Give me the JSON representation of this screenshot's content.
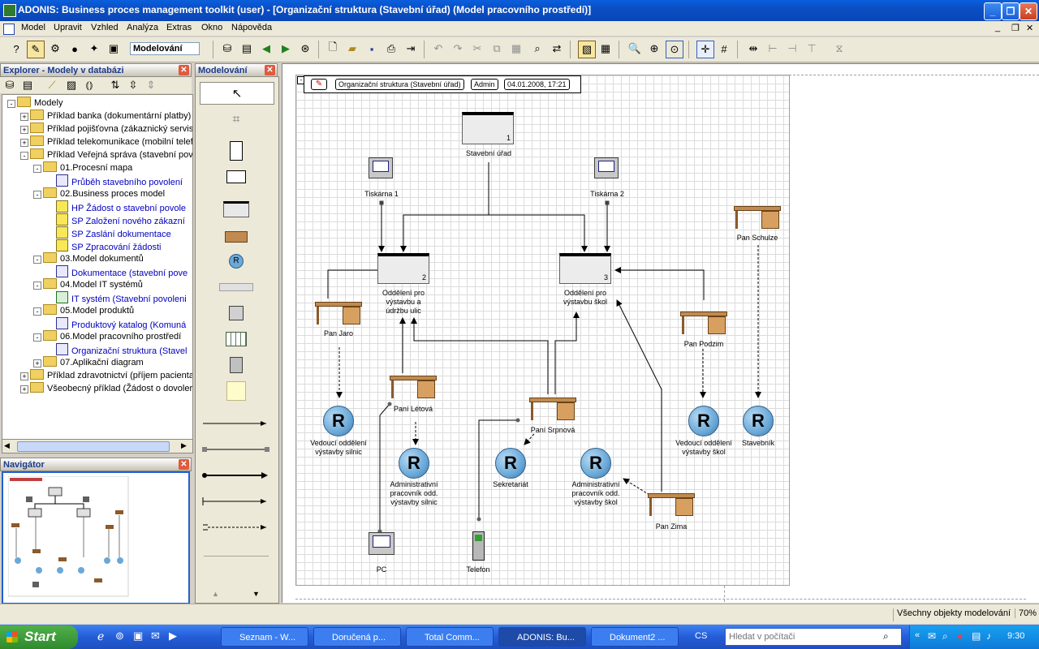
{
  "window": {
    "title": "ADONIS: Business proces management toolkit (user) - [Organizační struktura (Stavební úřad) (Model pracovního prostředí)]"
  },
  "menu": [
    "Model",
    "Upravit",
    "Vzhled",
    "Analýza",
    "Extras",
    "Okno",
    "Nápověda"
  ],
  "toolbar": {
    "mode": "Modelování"
  },
  "explorer": {
    "title": "Explorer - Modely v databázi",
    "items": [
      {
        "label": "Modely",
        "level": 0,
        "type": "folder",
        "exp": "-"
      },
      {
        "label": "Příklad banka (dokumentární platby)",
        "level": 1,
        "type": "folder",
        "exp": "+"
      },
      {
        "label": "Příklad pojišťovna (zákaznický servis",
        "level": 1,
        "type": "folder",
        "exp": "+"
      },
      {
        "label": "Příklad telekomunikace (mobilní telef",
        "level": 1,
        "type": "folder",
        "exp": "+"
      },
      {
        "label": "Příklad Veřejná správa (stavební pov",
        "level": 1,
        "type": "folder",
        "exp": "-"
      },
      {
        "label": "01.Procesní mapa",
        "level": 2,
        "type": "folder",
        "exp": "-"
      },
      {
        "label": "Průběh stavebního povolení",
        "level": 3,
        "type": "model",
        "exp": ""
      },
      {
        "label": "02.Business proces model",
        "level": 2,
        "type": "folder",
        "exp": "-"
      },
      {
        "label": "HP Žádost o stavební povole",
        "level": 3,
        "type": "warn",
        "exp": ""
      },
      {
        "label": "SP Založení nového zákazní",
        "level": 3,
        "type": "warn",
        "exp": ""
      },
      {
        "label": "SP Zaslání dokumentace",
        "level": 3,
        "type": "warn",
        "exp": ""
      },
      {
        "label": "SP Zpracování žádosti",
        "level": 3,
        "type": "warn",
        "exp": ""
      },
      {
        "label": "03.Model dokumentů",
        "level": 2,
        "type": "folder",
        "exp": "-"
      },
      {
        "label": "Dokumentace (stavební pove",
        "level": 3,
        "type": "model",
        "exp": ""
      },
      {
        "label": "04.Model IT systémů",
        "level": 2,
        "type": "folder",
        "exp": "-"
      },
      {
        "label": "IT systém (Stavební povoleni",
        "level": 3,
        "type": "green",
        "exp": ""
      },
      {
        "label": "05.Model produktů",
        "level": 2,
        "type": "folder",
        "exp": "-"
      },
      {
        "label": "Produktový katalog (Komuná",
        "level": 3,
        "type": "model",
        "exp": ""
      },
      {
        "label": "06.Model pracovního prostředí",
        "level": 2,
        "type": "folder",
        "exp": "-"
      },
      {
        "label": "Organizační struktura (Stavel",
        "level": 3,
        "type": "model",
        "exp": ""
      },
      {
        "label": "07.Aplikační diagram",
        "level": 2,
        "type": "folder",
        "exp": "+"
      },
      {
        "label": "Příklad zdravotnictví (příjem pacienta",
        "level": 1,
        "type": "folder",
        "exp": "+"
      },
      {
        "label": "Všeobecný příklad (Žádost o dovoler",
        "level": 1,
        "type": "folder",
        "exp": "+"
      }
    ]
  },
  "navigator": {
    "title": "Navigátor"
  },
  "palette": {
    "title": "Modelování"
  },
  "model_header": {
    "name": "Organizační struktura (Stavební úřad)",
    "user": "Admin",
    "date": "04.01.2008, 17:21"
  },
  "diagram": {
    "units": [
      {
        "label": "Stavební úřad",
        "num": "1"
      },
      {
        "label": "Oddělení pro výstavbu a údržbu ulic",
        "num": "2"
      },
      {
        "label": "Oddělení pro výstavbu škol",
        "num": "3"
      }
    ],
    "printers": [
      "Tiskárna 1",
      "Tiskárna 2"
    ],
    "persons": [
      "Pan Schulze",
      "Pan Jaro",
      "Pan Podzim",
      "Paní Létová",
      "Paní Srpnová",
      "Pan Zima"
    ],
    "roles": [
      "Vedoucí oddělení výstavby silnic",
      "Administrativní pracovník odd. výstavby silnic",
      "Sekretariát",
      "Administrativní pracovník odd. výstavby škol",
      "Vedoucí oddělení výstavby škol",
      "Stavebník"
    ],
    "devices": [
      "PC",
      "Telefon"
    ]
  },
  "status": {
    "text": "Všechny objekty modelování",
    "zoom": "70%"
  },
  "taskbar": {
    "start": "Start",
    "tasks": [
      "Seznam - W...",
      "Doručená p...",
      "Total Comm...",
      "ADONIS: Bu...",
      "Dokument2 ..."
    ],
    "lang": "CS",
    "search_placeholder": "Hledat v počítači",
    "clock": "9:30"
  },
  "colors": {
    "titlebar": "#0a5fdc",
    "taskbar": "#245dd7",
    "start": "#3c9a38",
    "role_circle": "#6aa8d8"
  }
}
